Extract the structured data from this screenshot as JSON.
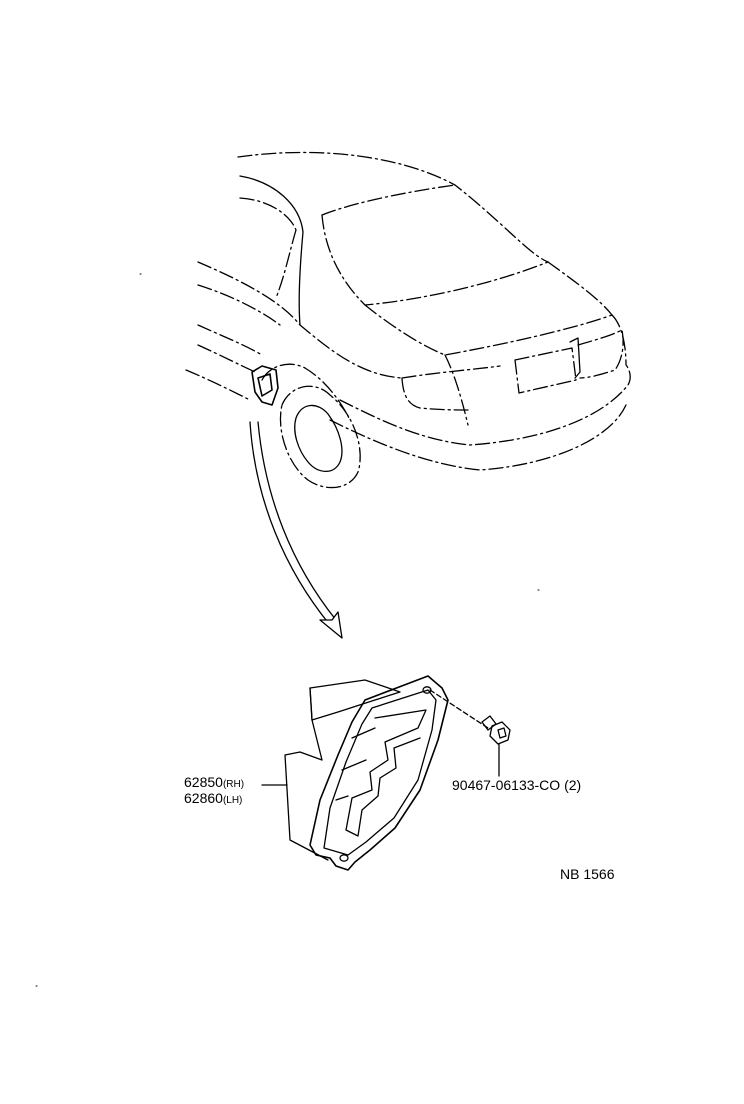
{
  "callouts": {
    "part_rh": {
      "number": "62850",
      "side": "(RH)"
    },
    "part_lh": {
      "number": "62860",
      "side": "(LH)"
    },
    "bolt": {
      "text": "90467-06133-CO (2)"
    }
  },
  "reference": {
    "code": "NB 1566"
  },
  "colors": {
    "line": "#000000",
    "background": "#ffffff"
  }
}
